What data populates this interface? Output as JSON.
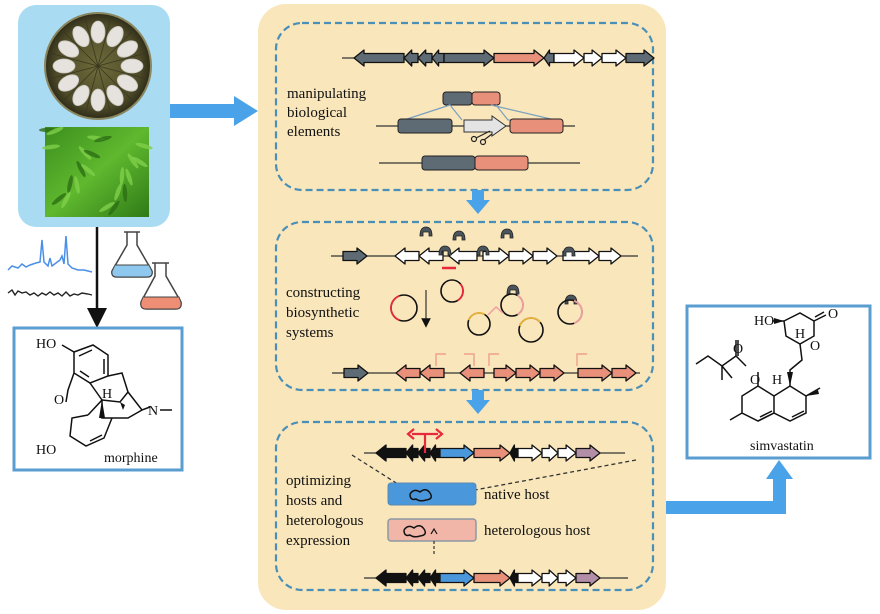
{
  "figure": {
    "colors": {
      "source_panel": "#a9dcf2",
      "workflow_panel": "#f9e6bb",
      "dashed_border": "#4a8fb8",
      "arrow_blue": "#4aa3e8",
      "gene_gray": "#5e6b75",
      "gene_salmon": "#e8907a",
      "gene_white": "#ffffff",
      "gene_black": "#111111",
      "gene_blue": "#4a97dc",
      "gene_mauve": "#b28fa6",
      "promoter_red": "#e8283c",
      "plasmid_yellow": "#e8b23a",
      "plasmid_pink": "#f0a0a0",
      "native_host_fill": "#4a97dc",
      "heterologous_host_fill": "#f2b6a8"
    },
    "source": {
      "images": [
        {
          "name": "fungal-culture-plate",
          "description": "petri dish with fungal colonies"
        },
        {
          "name": "plant-photo",
          "description": "green plant foliage"
        }
      ],
      "icons": [
        "chromatogram-icon",
        "flask-blue-icon",
        "flask-red-icon"
      ]
    },
    "natural_product_left": {
      "name": "morphine",
      "atom_labels": [
        "HO",
        "O",
        "H",
        "N",
        "HO"
      ]
    },
    "steps": [
      {
        "id": "manipulating",
        "label_lines": [
          "manipulating",
          "biological",
          "elements"
        ],
        "cluster": [
          {
            "dir": -1,
            "len": 50,
            "c": "gene_gray"
          },
          {
            "dir": -1,
            "len": 14,
            "c": "gene_gray"
          },
          {
            "dir": -1,
            "len": 14,
            "c": "gene_gray"
          },
          {
            "dir": -1,
            "len": 12,
            "c": "gene_gray"
          },
          {
            "dir": 1,
            "len": 50,
            "c": "gene_gray"
          },
          {
            "dir": 1,
            "len": 50,
            "c": "gene_salmon"
          },
          {
            "dir": -1,
            "len": 10,
            "c": "gene_gray"
          },
          {
            "dir": 1,
            "len": 30,
            "c": "gene_white"
          },
          {
            "dir": 1,
            "len": 18,
            "c": "gene_white"
          },
          {
            "dir": 1,
            "len": 24,
            "c": "gene_white"
          },
          {
            "dir": 1,
            "len": 28,
            "c": "gene_gray"
          }
        ]
      },
      {
        "id": "constructing",
        "label_lines": [
          "constructing",
          "biosynthetic",
          "systems"
        ],
        "cluster_top": [
          {
            "dir": 1,
            "len": 24,
            "c": "gene_gray"
          },
          {
            "gap": 28
          },
          {
            "dir": -1,
            "len": 24,
            "c": "gene_white"
          },
          {
            "dir": -1,
            "len": 24,
            "c": "gene_white"
          },
          {
            "gap": 6
          },
          {
            "dir": -1,
            "len": 28,
            "c": "gene_white"
          },
          {
            "gap": 6
          },
          {
            "dir": 1,
            "len": 26,
            "c": "gene_white"
          },
          {
            "dir": 1,
            "len": 24,
            "c": "gene_white"
          },
          {
            "dir": 1,
            "len": 24,
            "c": "gene_white"
          },
          {
            "gap": 6
          },
          {
            "dir": 1,
            "len": 36,
            "c": "gene_white"
          },
          {
            "dir": 1,
            "len": 22,
            "c": "gene_white"
          }
        ],
        "cluster_bottom": [
          {
            "dir": 1,
            "len": 24,
            "c": "gene_gray"
          },
          {
            "gap": 28
          },
          {
            "dir": -1,
            "len": 24,
            "c": "gene_salmon"
          },
          {
            "dir": -1,
            "len": 24,
            "c": "gene_salmon"
          },
          {
            "gap": 16
          },
          {
            "dir": -1,
            "len": 24,
            "c": "gene_salmon"
          },
          {
            "gap": 10
          },
          {
            "dir": 1,
            "len": 22,
            "c": "gene_salmon"
          },
          {
            "dir": 1,
            "len": 24,
            "c": "gene_salmon"
          },
          {
            "dir": 1,
            "len": 24,
            "c": "gene_salmon"
          },
          {
            "gap": 14
          },
          {
            "dir": 1,
            "len": 34,
            "c": "gene_salmon"
          },
          {
            "dir": 1,
            "len": 24,
            "c": "gene_salmon"
          }
        ]
      },
      {
        "id": "optimizing",
        "label_lines": [
          "optimizing",
          "hosts and",
          "heterologous",
          "expression"
        ],
        "cluster": [
          {
            "dir": -1,
            "len": 30,
            "c": "gene_black"
          },
          {
            "dir": -1,
            "len": 12,
            "c": "gene_black"
          },
          {
            "dir": -1,
            "len": 12,
            "c": "gene_black"
          },
          {
            "dir": -1,
            "len": 10,
            "c": "gene_black"
          },
          {
            "dir": 1,
            "len": 34,
            "c": "gene_blue"
          },
          {
            "dir": 1,
            "len": 36,
            "c": "gene_salmon"
          },
          {
            "dir": -1,
            "len": 8,
            "c": "gene_black"
          },
          {
            "dir": 1,
            "len": 24,
            "c": "gene_white"
          },
          {
            "dir": 1,
            "len": 16,
            "c": "gene_white"
          },
          {
            "dir": 1,
            "len": 18,
            "c": "gene_white"
          },
          {
            "dir": 1,
            "len": 24,
            "c": "gene_mauve"
          }
        ],
        "hosts": [
          {
            "label": "native host",
            "fill": "native_host_fill"
          },
          {
            "label": "heterologous host",
            "fill": "heterologous_host_fill"
          }
        ]
      }
    ],
    "natural_product_right": {
      "name": "simvastatin",
      "atom_labels": [
        "HO",
        "O",
        "H",
        "O",
        "O",
        "O",
        "H"
      ]
    }
  }
}
